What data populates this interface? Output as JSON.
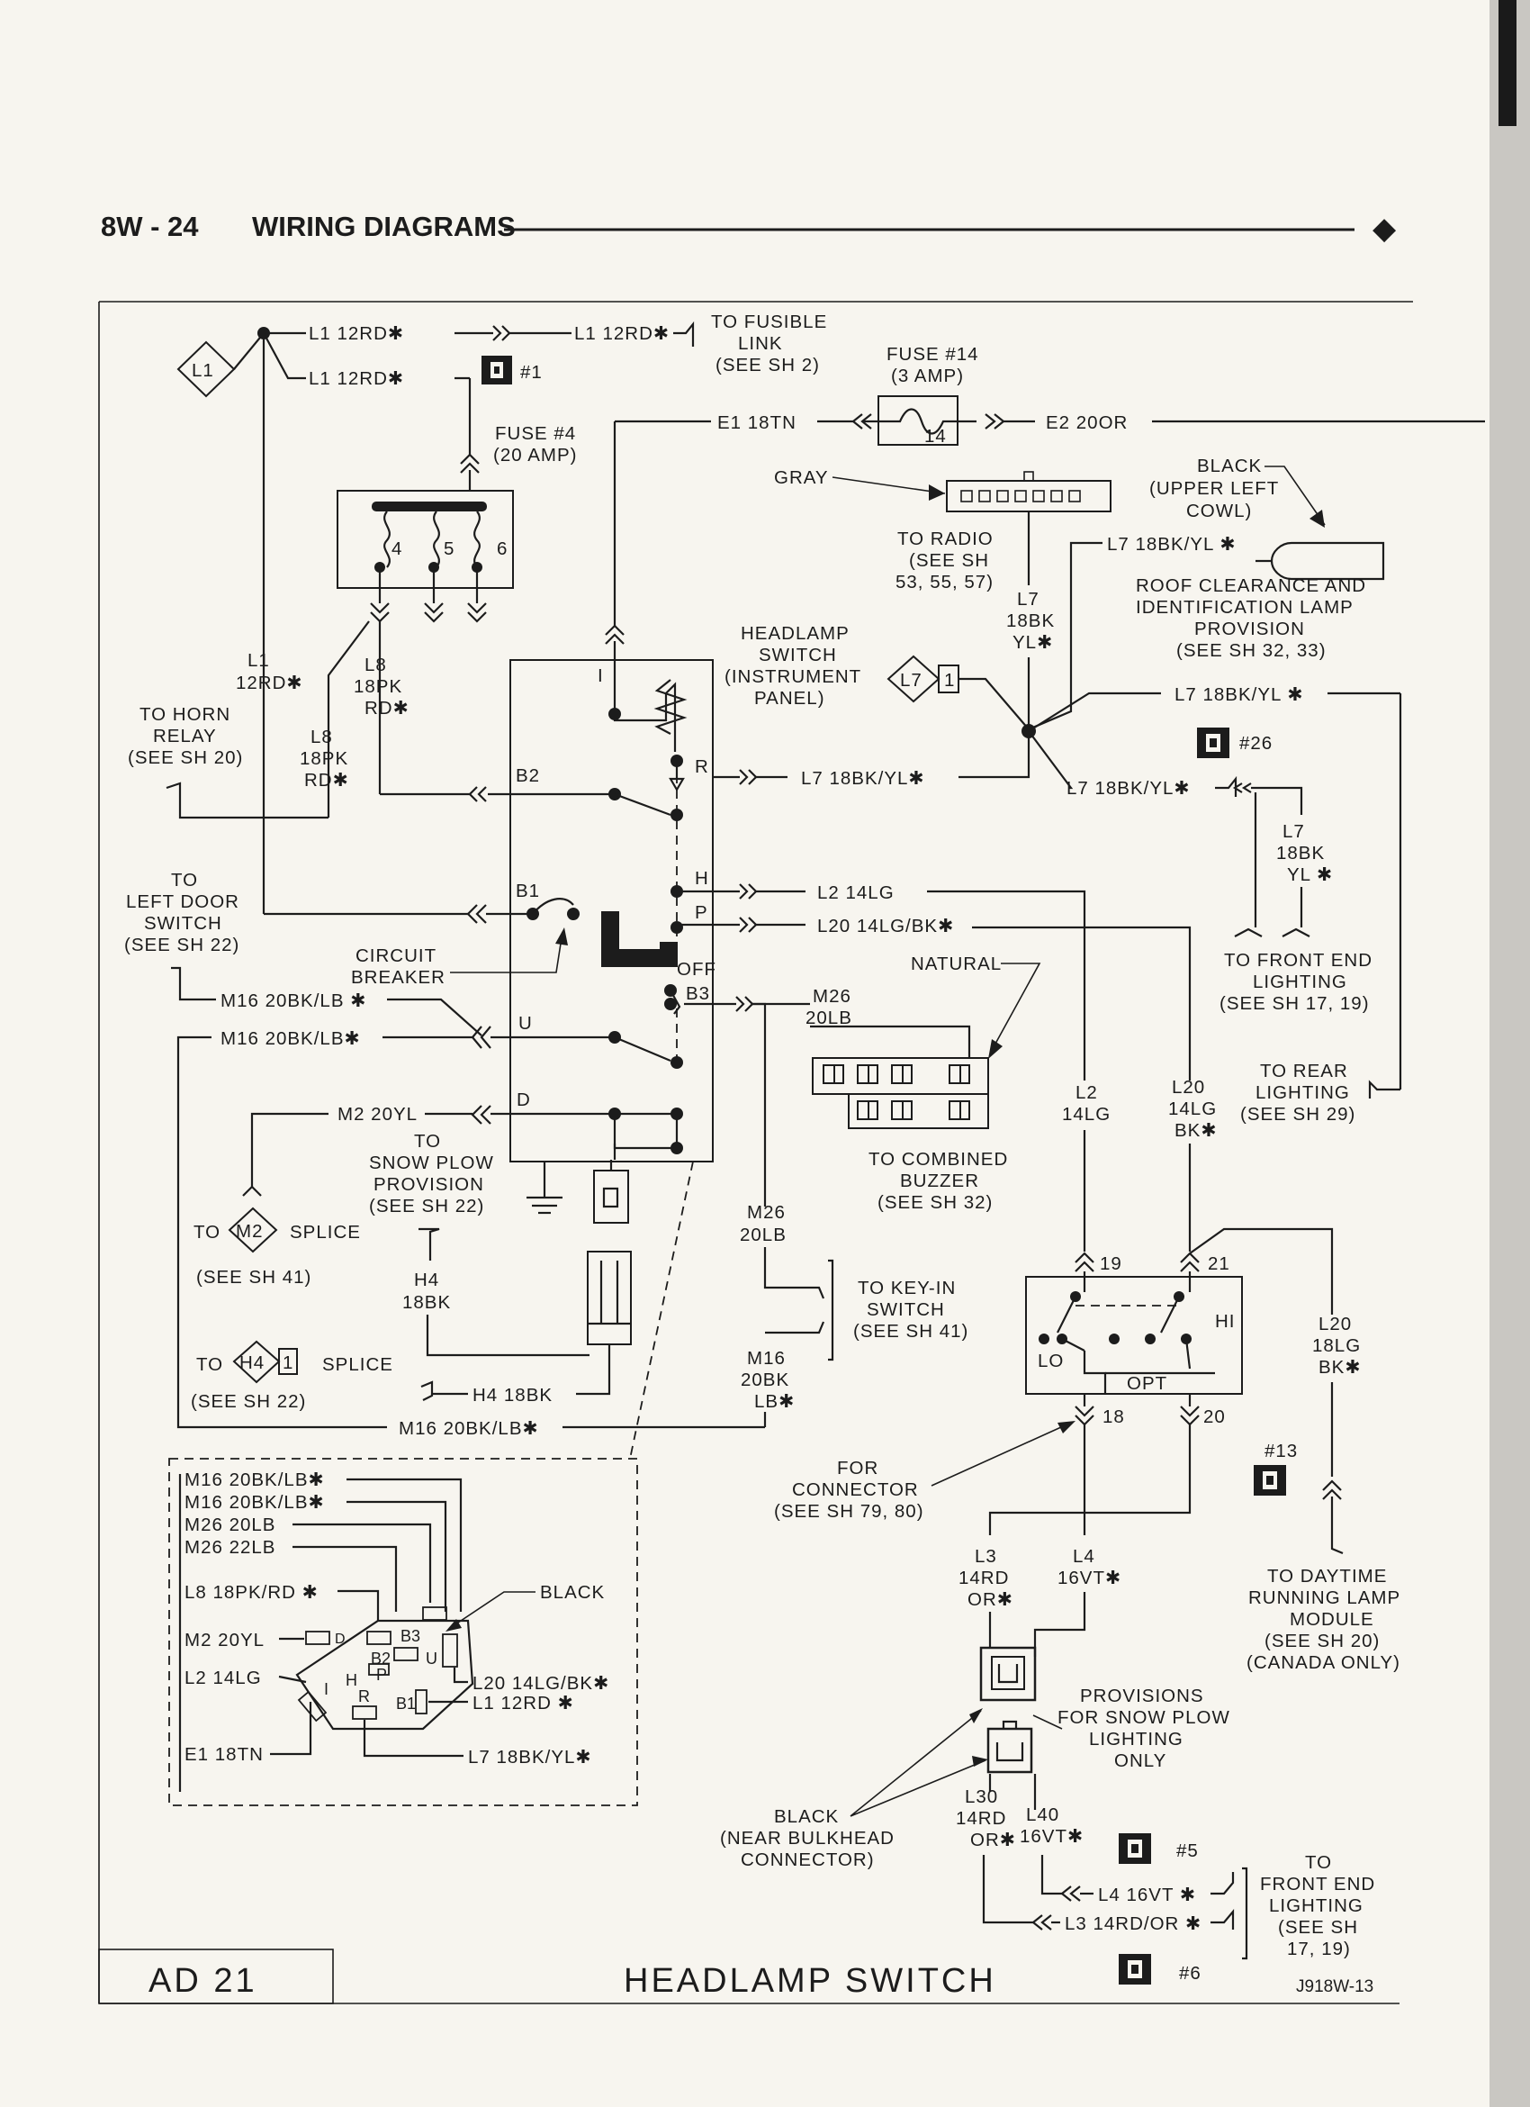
{
  "header": {
    "page": "8W - 24",
    "section": "WIRING DIAGRAMS",
    "diamond": "◆"
  },
  "footer": {
    "code": "AD 21",
    "title": "HEADLAMP SWITCH",
    "ref": "J918W-13"
  },
  "labels": {
    "L1_TOP_A": "L1 12RD✱",
    "L1_TOP_B": "L1 12RD✱",
    "L1_TOP_C": "L1 12RD✱",
    "FUSIBLE": [
      "TO FUSIBLE",
      "LINK",
      "(SEE SH 2)"
    ],
    "L1_DIAMOND": "L1",
    "SPLICE1": "#1",
    "FUSE14": [
      "FUSE #14",
      "(3 AMP)"
    ],
    "FUSE14_NUM": "14",
    "FUSE4": [
      "FUSE #4",
      "(20 AMP)"
    ],
    "FUSE4_N4": "4",
    "FUSE4_N5": "5",
    "FUSE4_N6": "6",
    "E1_18TN": "E1 18TN",
    "E2_20OR": "E2 20OR",
    "GRAY": "GRAY",
    "BLACK_ULC": [
      "BLACK",
      "(UPPER LEFT",
      "COWL)"
    ],
    "TO_RADIO": [
      "TO RADIO",
      "(SEE SH",
      "53, 55, 57)"
    ],
    "L7_TOP": "L7 18BK/YL ✱",
    "ROOF": [
      "ROOF CLEARANCE AND",
      "IDENTIFICATION LAMP",
      "PROVISION",
      "(SEE SH 32, 33)"
    ],
    "L7_VERT": [
      "L7",
      "18BK",
      "YL✱"
    ],
    "HEADLAMP_SW": [
      "HEADLAMP",
      "SWITCH",
      "(INSTRUMENT",
      "PANEL)"
    ],
    "L7_DIAMOND": "L7",
    "L7_DIAMOND_PIN": "1",
    "L7_RIGHT": "L7 18BK/YL ✱",
    "SPLICE26": "#26",
    "L7_LOWER": "L7 18BK/YL✱",
    "L7_BR": [
      "L7",
      "18BK",
      "YL ✱"
    ],
    "TO_FRONT_END_1": [
      "TO FRONT END",
      "LIGHTING",
      "(SEE SH 17, 19)"
    ],
    "L1_LEFT": [
      "L1",
      "12RD✱"
    ],
    "L8_A": [
      "L8",
      "18PK",
      "RD✱"
    ],
    "L8_B": [
      "L8",
      "18PK",
      "RD✱"
    ],
    "TO_HORN": [
      "TO HORN",
      "RELAY",
      "(SEE SH 20)"
    ],
    "PIN_I": "I",
    "PIN_R": "R",
    "PIN_B2": "B2",
    "PIN_B1": "B1",
    "PIN_H": "H",
    "PIN_P": "P",
    "PIN_OFF": "OFF",
    "PIN_B3": "B3",
    "PIN_U": "U",
    "PIN_D": "D",
    "L7_MID": "L7 18BK/YL✱",
    "L2_MID": "L2 14LG",
    "L20_MID": "L20 14LG/BK✱",
    "LEFT_DOOR": [
      "TO",
      "LEFT DOOR",
      "SWITCH",
      "(SEE SH 22)"
    ],
    "CIRCUIT_BREAKER": [
      "CIRCUIT",
      "BREAKER"
    ],
    "M16_A": "M16 20BK/LB ✱",
    "M16_B": "M16 20BK/LB✱",
    "NATURAL": "NATURAL",
    "M26_A": [
      "M26",
      "20LB"
    ],
    "TO_REAR": [
      "TO REAR",
      "LIGHTING",
      "(SEE SH 29)"
    ],
    "L2_VERT": [
      "L2",
      "14LG"
    ],
    "L20_VERT": [
      "L20",
      "14LG",
      "BK✱"
    ],
    "BUZZER": [
      "TO COMBINED",
      "BUZZER",
      "(SEE SH 32)"
    ],
    "M2_20YL": "M2 20YL",
    "SNOW_PLOW": [
      "TO",
      "SNOW PLOW",
      "PROVISION",
      "(SEE SH 22)"
    ],
    "M2_TO": "TO",
    "M2_DIAMOND": "M2",
    "M2_SPLICE": "SPLICE",
    "M2_SEE": "(SEE SH 41)",
    "H4_VERT": [
      "H4",
      "18BK"
    ],
    "M26_B": [
      "M26",
      "20LB"
    ],
    "KEY_IN": [
      "TO KEY-IN",
      "SWITCH",
      "(SEE SH 41)"
    ],
    "M16_VERT": [
      "M16",
      "20BK",
      "LB✱"
    ],
    "DIM_19": "19",
    "DIM_21": "21",
    "DIM_18": "18",
    "DIM_20": "20",
    "DIM_HI": "HI",
    "DIM_LO": "LO",
    "DIM_OPT": "OPT",
    "L20_RIGHT": [
      "L20",
      "18LG",
      "BK✱"
    ],
    "H4_TO": "TO",
    "H4_DIAMOND": "H4",
    "H4_DIAMOND_PIN": "1",
    "H4_SPLICE": "SPLICE",
    "H4_SEE": "(SEE SH 22)",
    "H4_18BK": "H4 18BK",
    "M16_BOTTOM": "M16 20BK/LB✱",
    "FOR_CONNECTOR": [
      "FOR",
      "CONNECTOR",
      "(SEE SH 79, 80)"
    ],
    "SPLICE13": "#13",
    "DAYTIME": [
      "TO DAYTIME",
      "RUNNING LAMP",
      "MODULE",
      "(SEE SH 20)",
      "(CANADA ONLY)"
    ],
    "L3_A": [
      "L3",
      "14RD",
      "OR✱"
    ],
    "L4_A": [
      "L4",
      "16VT✱"
    ],
    "PROVISIONS": [
      "PROVISIONS",
      "FOR SNOW PLOW",
      "LIGHTING",
      "ONLY"
    ],
    "BLACK_BULK": [
      "BLACK",
      "(NEAR BULKHEAD",
      "CONNECTOR)"
    ],
    "L30": [
      "L30",
      "14RD",
      "OR✱"
    ],
    "L40": [
      "L40",
      "16VT✱"
    ],
    "SPLICE5": "#5",
    "SPLICE6": "#6",
    "L4_B": "L4 16VT ✱",
    "L3_B": "L3 14RD/OR ✱",
    "TO_FRONT_END_2": [
      "TO",
      "FRONT END",
      "LIGHTING",
      "(SEE SH",
      "17, 19)"
    ],
    "BOX_LINES": [
      "M16 20BK/LB✱",
      "M16 20BK/LB✱",
      "M26 20LB",
      "M26 22LB"
    ],
    "BOX_L8": "L8 18PK/RD ✱",
    "BOX_BLACK": "BLACK",
    "BOX_M2": "M2 20YL",
    "BOX_L2": "L2 14LG",
    "BOX_E1": "E1 18TN",
    "BOX_L20": "L20 14LG/BK✱",
    "BOX_L1": "L1 12RD ✱",
    "BOX_L7": "L7 18BK/YL✱",
    "BOX_PIN_D": "D",
    "BOX_PIN_B3": "B3",
    "BOX_PIN_B2": "B2",
    "BOX_PIN_U": "U",
    "BOX_PIN_H": "H",
    "BOX_PIN_P": "P",
    "BOX_PIN_I": "I",
    "BOX_PIN_R": "R",
    "BOX_PIN_B1": "B1"
  }
}
